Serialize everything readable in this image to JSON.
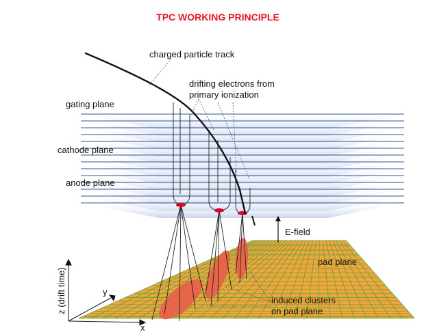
{
  "title": "TPC WORKING PRINCIPLE",
  "labels": {
    "track": "charged particle track",
    "drift_line1": "drifting electrons from",
    "drift_line2": "primary ionization",
    "gating": "gating plane",
    "cathode": "cathode plane",
    "anode": "anode plane",
    "efield": "E-field",
    "pad": "pad plane",
    "induced_line1": "induced clusters",
    "induced_line2": "on pad plane",
    "z_axis": "z (drift time)",
    "y_axis": "y",
    "x_axis": "x"
  },
  "colors": {
    "title": "#e8152a",
    "pad_fill": "#f0a63c",
    "pad_grid": "#5fa03a",
    "plane_fill": "#c4d2ec",
    "plane_line": "#37508c",
    "cluster": "#ea5a4a",
    "amp_dot": "#e00025",
    "track": "#111111"
  }
}
